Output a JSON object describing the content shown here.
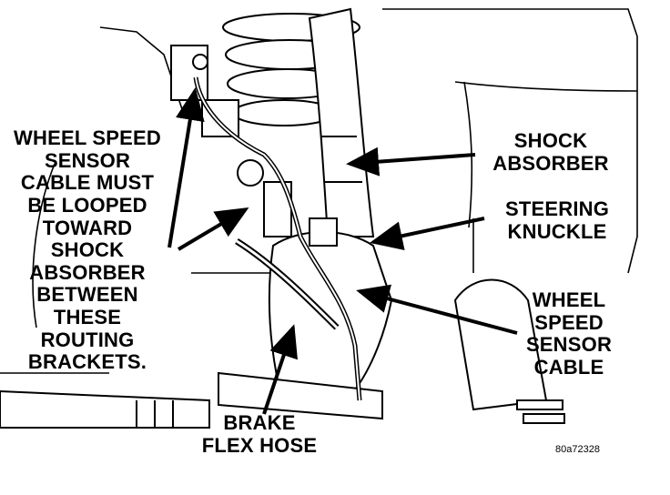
{
  "callouts": {
    "routing_note": "WHEEL SPEED\nSENSOR\nCABLE MUST\nBE LOOPED\nTOWARD\nSHOCK\nABSORBER\nBETWEEN\nTHESE\nROUTING\nBRACKETS.",
    "shock_absorber": "SHOCK\nABSORBER",
    "steering_knuckle": "STEERING\nKNUCKLE",
    "wheel_speed_sensor_cable": "WHEEL\nSPEED\nSENSOR\nCABLE",
    "brake_flex_hose": "BRAKE\nFLEX HOSE"
  },
  "figure_code": "80a72328"
}
